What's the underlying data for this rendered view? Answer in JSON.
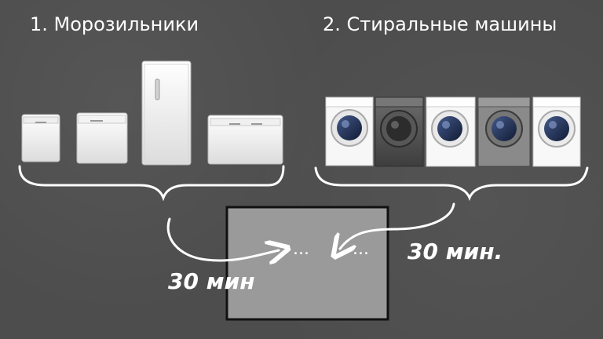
{
  "headings": {
    "freezers": "1. Морозильники",
    "washers": "2. Стиральные машины"
  },
  "center_box": {
    "left_dots": "...",
    "right_dots": "..."
  },
  "annotations": {
    "left_time": "30 мин",
    "right_time": "30 мин."
  },
  "icons": {
    "freezers": [
      "chest-freezer-small-icon",
      "chest-freezer-medium-icon",
      "upright-freezer-icon",
      "chest-freezer-large-icon"
    ],
    "washers": [
      "white-washer-icon",
      "graphite-washer-icon",
      "white-washer-icon",
      "gray-washer-icon",
      "white-washer-icon"
    ]
  },
  "colors": {
    "background": "#4d4d4d",
    "text": "#ffffff",
    "box": "#9a9a9a",
    "box_border": "#111111"
  }
}
